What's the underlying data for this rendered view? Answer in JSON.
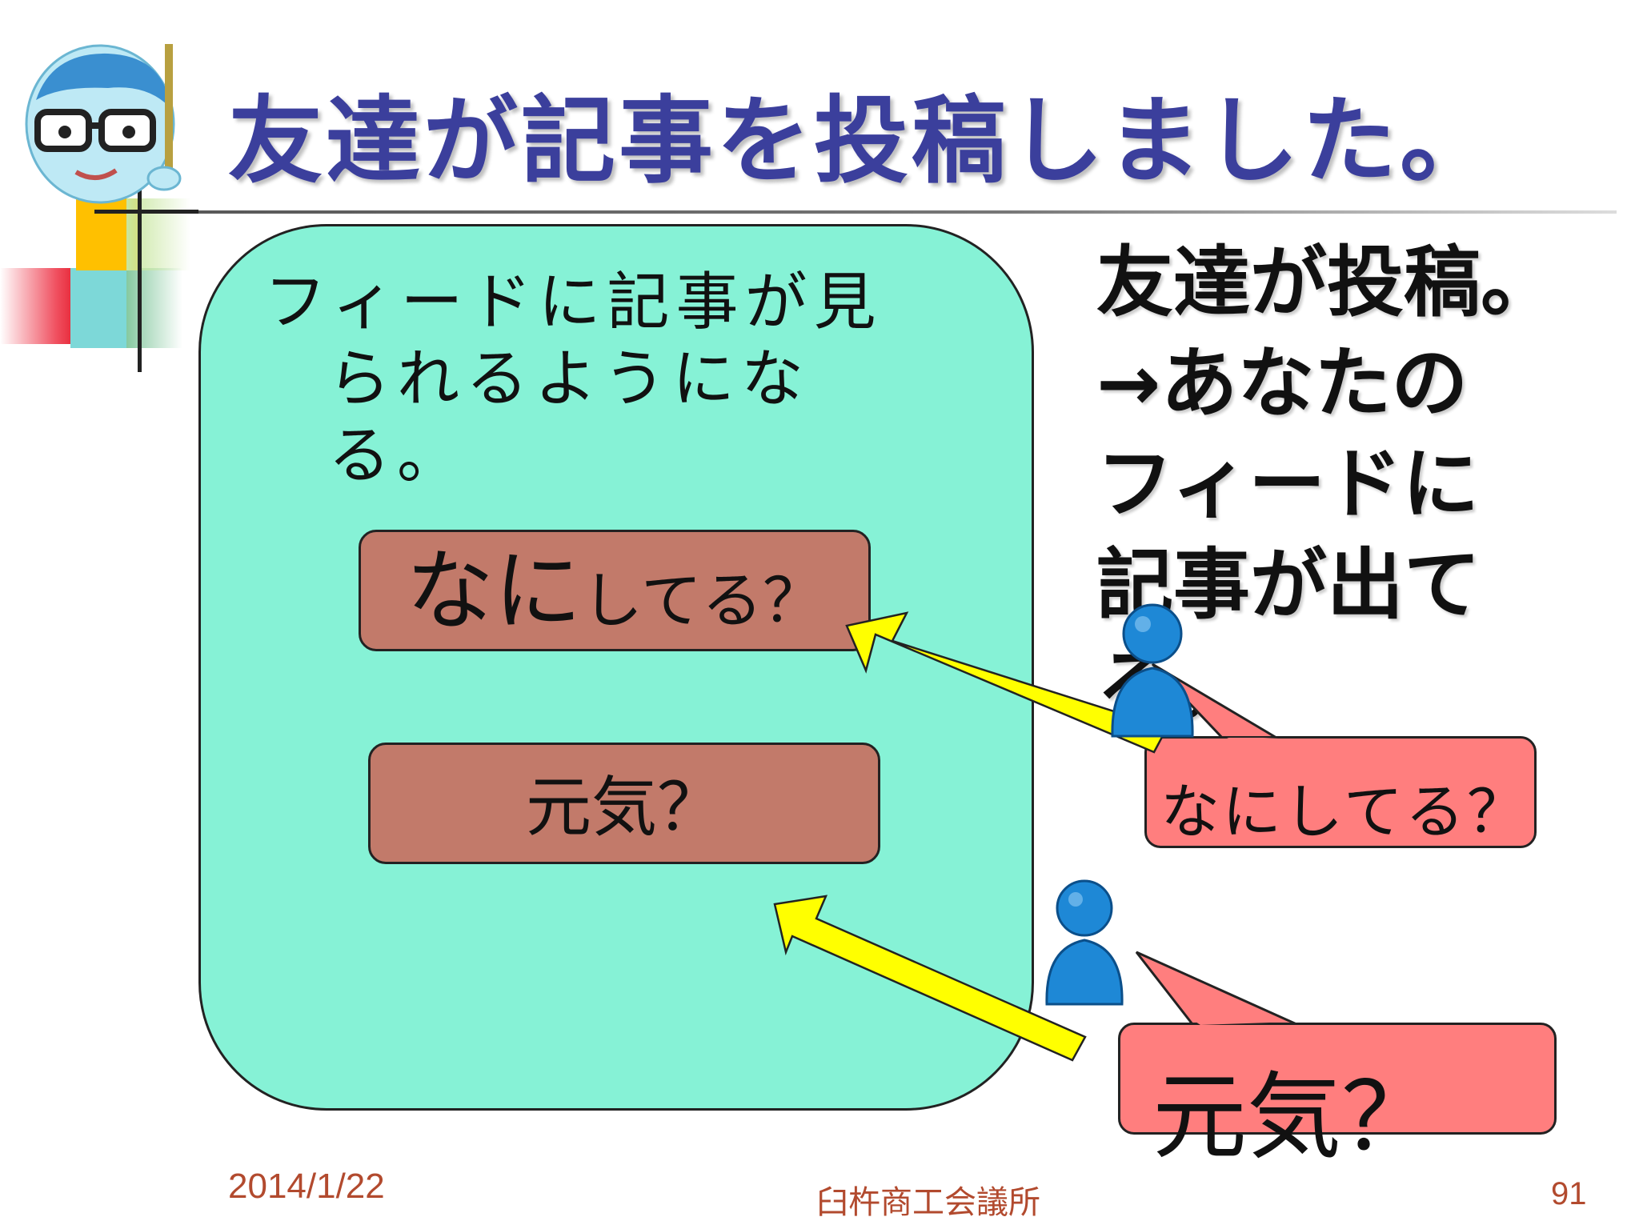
{
  "slide": {
    "title": "友達が記事を投稿しました。",
    "panel_text": [
      "フィードに記事が見",
      "られるようにな",
      "る。"
    ],
    "card1": {
      "big": "なに",
      "small": "してる？"
    },
    "card2": "元気？",
    "right_text": [
      "友達が投稿。",
      "→あなたの",
      "フィードに",
      "記事が出て",
      "る。"
    ],
    "bubble1": "なにしてる？",
    "bubble2": "元気？"
  },
  "footer": {
    "date": "2014/1/22",
    "org": "臼杵商工会議所",
    "page": "91"
  },
  "colors": {
    "title": "#3B3F9C",
    "panel": "#86F2D6",
    "card": "#C27A6A",
    "bubble": "#FF7E7E",
    "arrow": "#FFFF00",
    "person": "#1E88D6",
    "footer": "#B24A2E"
  },
  "icons": [
    "teacher-mascot-icon",
    "person-icon",
    "arrow-icon"
  ]
}
